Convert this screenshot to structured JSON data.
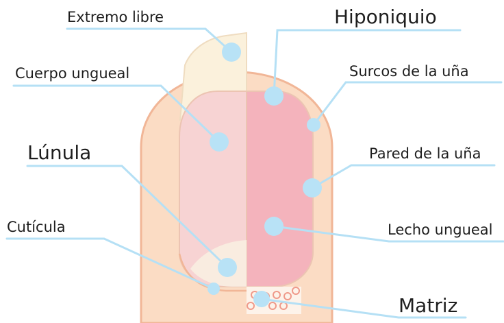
{
  "labels": {
    "extremo_libre": "Extremo libre",
    "hiponiquio": "Hiponiquio",
    "cuerpo_ungueal": "Cuerpo ungueal",
    "surcos": "Surcos de la uña",
    "lunula": "Lúnula",
    "pared": "Pared de la uña",
    "cuticula": "Cutícula",
    "lecho": "Lecho ungueal",
    "matriz": "Matriz"
  },
  "colors": {
    "skin": "#fbdcc4",
    "skin_outline": "#f1b697",
    "nail_left": "#f7d3d3",
    "nail_right": "#f4b3bc",
    "nail_outline": "#ecc4b2",
    "free_edge": "#fbf1dc",
    "lunula": "#f9ece0",
    "leader": "#b5e0f5",
    "dot": "#b8e2f6"
  }
}
